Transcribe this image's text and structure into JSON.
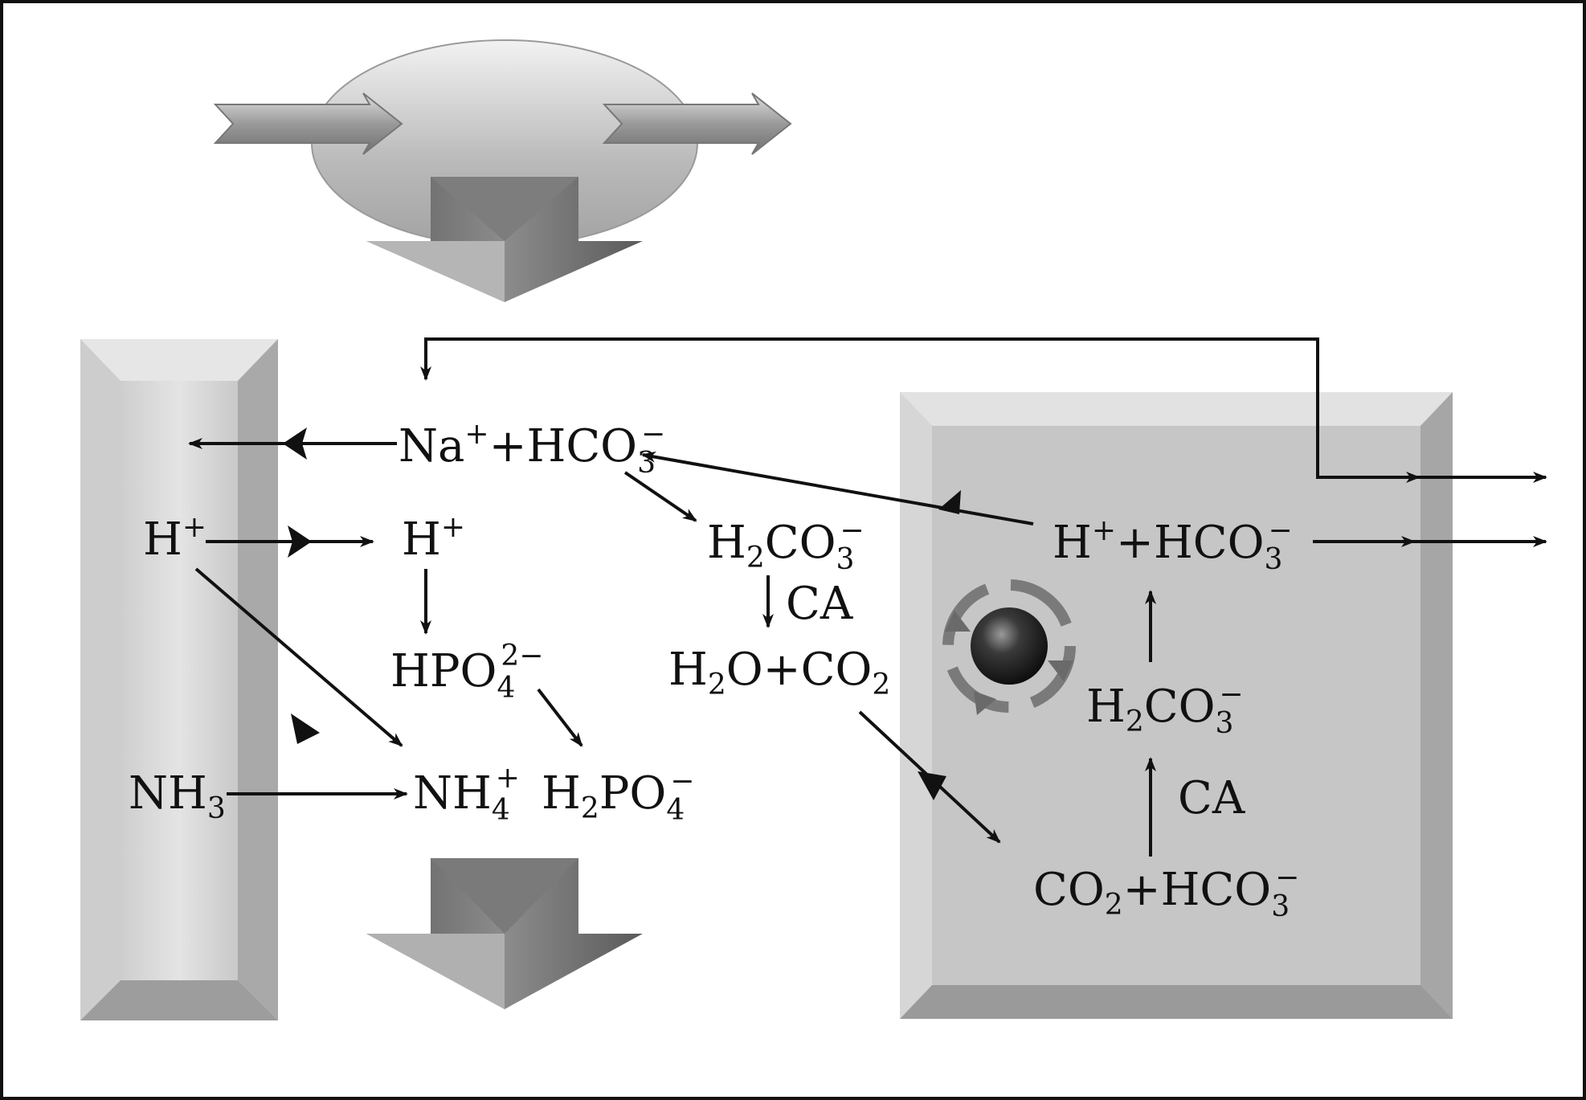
{
  "labels": {
    "na": "Na",
    "plus_sign": "+",
    "hco": "HCO",
    "sub3": "3",
    "minus": "−",
    "h": "H",
    "h2": "H",
    "two": "2",
    "co": "CO",
    "hpo": "HPO",
    "four": "4",
    "two_minus": "2−",
    "po": "PO",
    "nh": "NH",
    "o": "O",
    "ca": "CA",
    "plus_join": "+"
  },
  "colors": {
    "arrow": "#111111",
    "shape_fill": "#bdbdbd",
    "shape_dark": "#6e6e6e",
    "arrow3d": "#8a8a8a"
  }
}
